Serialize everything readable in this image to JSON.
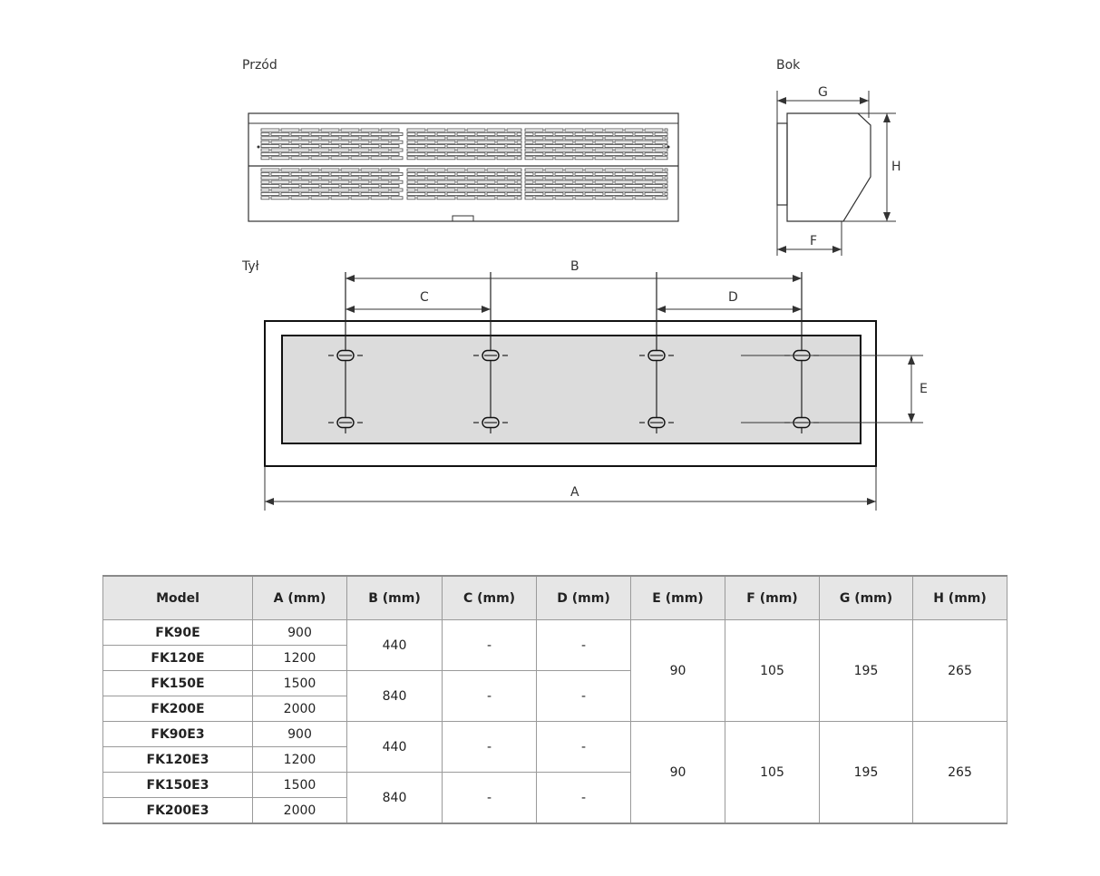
{
  "views": {
    "front_label": "Przód",
    "side_label": "Bok",
    "rear_label": "Tył"
  },
  "dimension_labels": {
    "A": "A",
    "B": "B",
    "C": "C",
    "D": "D",
    "E": "E",
    "F": "F",
    "G": "G",
    "H": "H"
  },
  "table": {
    "headers": [
      "Model",
      "A (mm)",
      "B (mm)",
      "C (mm)",
      "D (mm)",
      "E (mm)",
      "F (mm)",
      "G (mm)",
      "H (mm)"
    ],
    "groups": [
      {
        "rows": [
          {
            "model": "FK90E",
            "a": "900"
          },
          {
            "model": "FK120E",
            "a": "1200"
          },
          {
            "model": "FK150E",
            "a": "1500"
          },
          {
            "model": "FK200E",
            "a": "2000"
          }
        ],
        "b": [
          "440",
          "840"
        ],
        "c": [
          "-",
          "-"
        ],
        "d": [
          "-",
          "-"
        ],
        "e": "90",
        "f": "105",
        "g": "195",
        "h": "265"
      },
      {
        "rows": [
          {
            "model": "FK90E3",
            "a": "900"
          },
          {
            "model": "FK120E3",
            "a": "1200"
          },
          {
            "model": "FK150E3",
            "a": "1500"
          },
          {
            "model": "FK200E3",
            "a": "2000"
          }
        ],
        "b": [
          "440",
          "840"
        ],
        "c": [
          "-",
          "-"
        ],
        "d": [
          "-",
          "-"
        ],
        "e": "90",
        "f": "105",
        "g": "195",
        "h": "265"
      }
    ]
  }
}
